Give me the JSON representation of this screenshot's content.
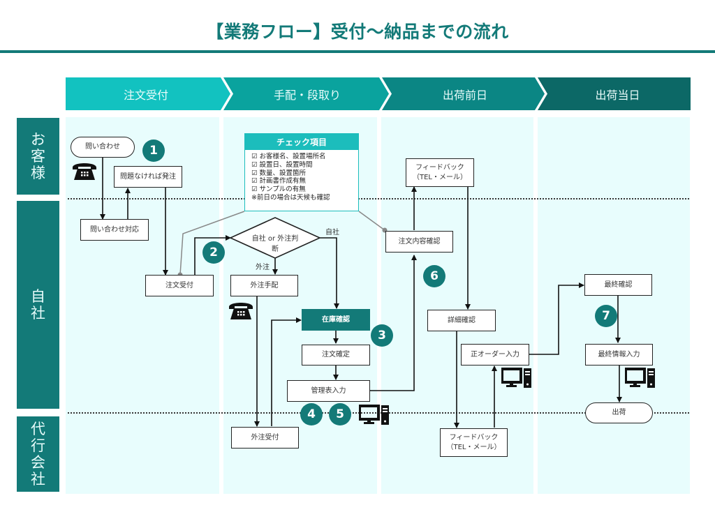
{
  "title": "【業務フロー】受付〜納品までの流れ",
  "colors": {
    "accent": "#137a78",
    "phase1": "#12c2c0",
    "phase2": "#0aa39e",
    "phase3": "#0b8684",
    "phase4": "#0c6866",
    "lane_bg": "#e8fdfd",
    "checklist_header": "#1cbdbc"
  },
  "phases": [
    {
      "label": "注文受付"
    },
    {
      "label": "手配・段取り"
    },
    {
      "label": "出荷前日"
    },
    {
      "label": "出荷当日"
    }
  ],
  "lanes": [
    {
      "label": "お客様"
    },
    {
      "label": "自社"
    },
    {
      "label": "代行会社"
    }
  ],
  "nodes": {
    "inquiry": "問い合わせ",
    "order_if_ok": "問題なければ発注",
    "inquiry_response": "問い合わせ対応",
    "order_reception": "注文受付",
    "decision": "自社 or 外注判断",
    "outsource_arrange": "外注手配",
    "stock_check": "在庫確認",
    "order_confirm": "注文確定",
    "mgmt_input": "管理表入力",
    "outsource_receive": "外注受付",
    "feedback_top_line1": "フィードバック",
    "feedback_top_line2": "（TEL・メール）",
    "order_content_check": "注文内容確認",
    "detail_check": "詳細確認",
    "formal_order_input": "正オーダー入力",
    "feedback_bottom_line1": "フィードバック",
    "feedback_bottom_line2": "（TEL・メール）",
    "final_check": "最終確認",
    "final_info_input": "最終情報入力",
    "shipment": "出荷"
  },
  "edge_labels": {
    "in_house": "自社",
    "outsourced": "外注"
  },
  "checklist": {
    "title": "チェック項目",
    "items": [
      "☑ お客様名、設置場所名",
      "☑ 設置日、設置時間",
      "☑ 数量、設置箇所",
      "☑ 計画書作成有無",
      "☑ サンプルの有無",
      "※前日の場合は天候も確認"
    ]
  },
  "badges": [
    "1",
    "2",
    "3",
    "4",
    "5",
    "6",
    "7"
  ],
  "icons": {
    "telephone": "telephone-icon",
    "computer": "computer-icon"
  }
}
